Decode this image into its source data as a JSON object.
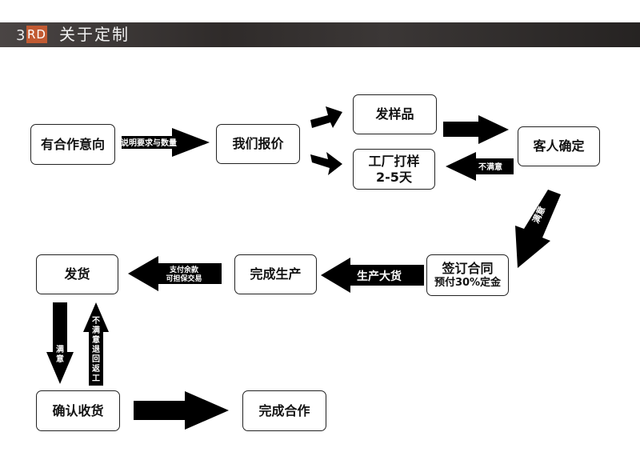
{
  "header": {
    "logo_number": "3",
    "logo_box": "RD",
    "title": "关于定制"
  },
  "nodes": {
    "cooperation_intent": "有合作意向",
    "our_quote": "我们报价",
    "send_sample": "发样品",
    "factory_proof": {
      "line1": "工厂打样",
      "line2": "2-5天"
    },
    "customer_confirm": "客人确定",
    "sign_contract": {
      "line1": "签订合同",
      "line2": "预付30%定金"
    },
    "finish_production": "完成生产",
    "ship": "发货",
    "confirm_receipt": "确认收货",
    "complete_cooperation": "完成合作"
  },
  "arrow_labels": {
    "explain_requirements": "说明要求与数量",
    "not_satisfied": "不满意",
    "satisfied": "满意",
    "mass_production": "生产大货",
    "pay_balance_line1": "支付余款",
    "pay_balance_line2": "可担保交易",
    "satisfied_vertical": [
      "满",
      "意"
    ],
    "return_vertical": [
      "不",
      "满",
      "意",
      "退",
      "回",
      "返",
      "工"
    ]
  }
}
